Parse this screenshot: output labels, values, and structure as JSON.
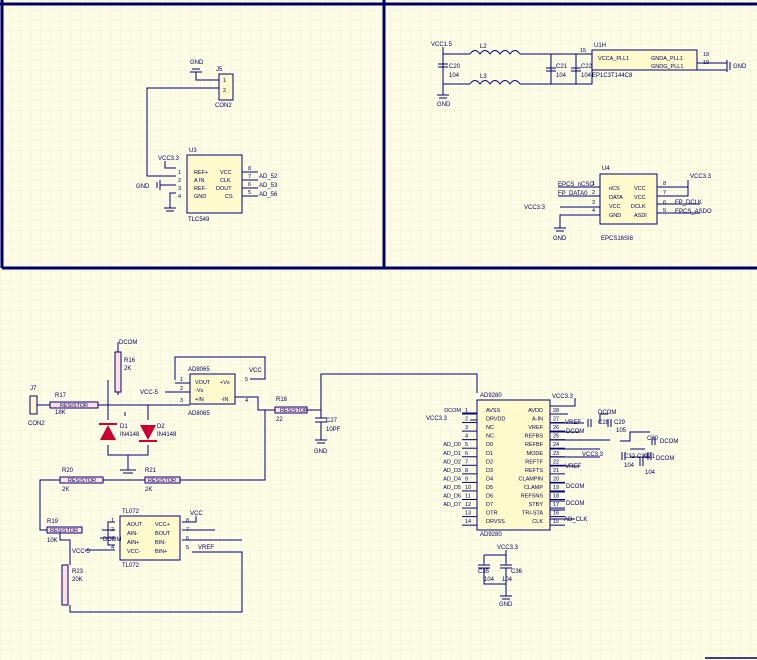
{
  "grid": {
    "color": "#e6e2c8"
  },
  "colors": {
    "wire": "#000080",
    "body": "#fffacc",
    "outline": "#000080",
    "diode": "#cc0033",
    "resistor": "#ffe0e0"
  },
  "u3": {
    "ref": "U3",
    "part": "TLC549",
    "pins_left": [
      "REF+",
      "A IN",
      "REF-",
      "GND"
    ],
    "pins_right": [
      "VCC",
      "CLK",
      "DOUT",
      "CS"
    ],
    "nums_left": [
      "1",
      "2",
      "3",
      "4"
    ],
    "nums_right": [
      "8",
      "7",
      "6",
      "5"
    ],
    "nets": [
      "AD_52",
      "AD_53",
      "AD_56"
    ],
    "vcc": "VCC3.3",
    "gnd": "GND"
  },
  "j5": {
    "ref": "J5",
    "part": "CON2",
    "pins": [
      "1",
      "2"
    ],
    "gnd": "GND"
  },
  "u1h": {
    "ref": "U1H",
    "part": "EP1C3T144C8",
    "pins_left": [
      "VCCA_PLL1"
    ],
    "pins_right": [
      "GNDA_PLL1",
      "GNDG_PLL1"
    ],
    "nums": [
      "15",
      "18",
      "19"
    ],
    "gnd": "GND"
  },
  "pll_filter": {
    "vcc": "VCC1.5",
    "l1": "L2",
    "l2": "L3",
    "c20": "C20",
    "c20v": "104",
    "c21": "C21",
    "c21v": "104",
    "c22": "C22",
    "c22v": "104",
    "gnd": "GND"
  },
  "u4": {
    "ref": "U4",
    "part": "EPCS16SI8",
    "pins_left": [
      "nCS",
      "DATA",
      "VCC",
      "GND"
    ],
    "pins_right": [
      "VCC",
      "VCC",
      "DCLK",
      "ASDI"
    ],
    "nums_left": [
      "1",
      "2",
      "3",
      "4"
    ],
    "nums_right": [
      "8",
      "7",
      "6",
      "5"
    ],
    "nets_left": [
      "EPCS_nCSO",
      "FP_DATA0"
    ],
    "nets_right": [
      "FP_DCLK",
      "EPCS_ASDO"
    ],
    "vcc": "VCC3.3",
    "vcc2": "VCC3.3",
    "gnd": "GND"
  },
  "j7": {
    "ref": "J7",
    "part": "CON2"
  },
  "r16": {
    "ref": "R16",
    "val": "2K",
    "body": "RESISTOR"
  },
  "r17": {
    "ref": "R17",
    "val": "18K",
    "body": "RESISTOR"
  },
  "r18": {
    "ref": "R18",
    "val": "22",
    "body": "RESISTOR"
  },
  "r19": {
    "ref": "R19",
    "val": "10K",
    "body": "RESISTOR"
  },
  "r20": {
    "ref": "R20",
    "val": "2K",
    "body": "RESISTOR"
  },
  "r21": {
    "ref": "R21",
    "val": "2K",
    "body": "RESISTOR"
  },
  "r23": {
    "ref": "R23",
    "val": "20K",
    "body": "RESISTOR"
  },
  "d1": {
    "ref": "D1",
    "part": "IN4148"
  },
  "d2": {
    "ref": "D2",
    "part": "IN4148"
  },
  "c27": {
    "ref": "C27",
    "val": "10PF"
  },
  "u_ad8065": {
    "ref": "AD8065",
    "part": "AD8065",
    "pins_left": [
      "VOUT",
      "-Vs",
      "+IN"
    ],
    "pins_right": [
      "+Vs",
      "-IN"
    ],
    "nums_left": [
      "1",
      "2",
      "3"
    ],
    "nums_right": [
      "5",
      "4"
    ],
    "vcc": "VCC",
    "vccn": "VCC-5"
  },
  "tl072": {
    "ref": "TL072",
    "part": "TL072",
    "pins_left": [
      "AOUT",
      "AIN-",
      "AIN+",
      "VCC-"
    ],
    "pins_right": [
      "VCC+",
      "BOUT",
      "BIN-",
      "BIN+"
    ],
    "nums_left": [
      "1",
      "2",
      "3",
      "4"
    ],
    "nums_right": [
      "8",
      "7",
      "6",
      "5"
    ],
    "vcc": "VCC",
    "vccn": "VCC-5",
    "vref": "VREF",
    "dcom": "DCOM"
  },
  "ad9280": {
    "ref": "AD9280",
    "part": "AD9280",
    "pins_left": [
      "AVSS",
      "DRVDD",
      "NC",
      "NC",
      "D0",
      "D1",
      "D2",
      "D3",
      "D4",
      "D5",
      "D6",
      "D7",
      "OTR",
      "DRVSS"
    ],
    "nums_left": [
      "1",
      "2",
      "3",
      "4",
      "5",
      "6",
      "7",
      "8",
      "9",
      "10",
      "11",
      "12",
      "13",
      "14"
    ],
    "nets_left": [
      "DCOM",
      "",
      "",
      "",
      "AD_D0",
      "AD_D1",
      "AD_D2",
      "AD_D3",
      "AD_D4",
      "AD_D5",
      "AD_D6",
      "AD_D7",
      "",
      ""
    ],
    "pins_right": [
      "AVDD",
      "A-IN",
      "VREF",
      "REFBS",
      "REFBF",
      "MODE",
      "REFTF",
      "REFTS",
      "CLAMPIN",
      "CLAMP",
      "REFSNS",
      "STBY",
      "TRI-STA",
      "CLK"
    ],
    "nums_right": [
      "28",
      "27",
      "26",
      "25",
      "24",
      "23",
      "22",
      "21",
      "20",
      "19",
      "18",
      "17",
      "16",
      "15"
    ],
    "vcc": "VCC3.3",
    "vcc2": "VCC3.3",
    "vcc3": "VCC3.3",
    "vref": "VREF",
    "vref2": "VREF",
    "dcom": "DCOM",
    "clk": "AD_CLK"
  },
  "caps_right": {
    "c28": "C28",
    "c29": "C29",
    "c29v": "105",
    "c30": "C30",
    "c31": "C31",
    "c32": "C32",
    "c32v": "104",
    "c33": "C33",
    "c33v": "104",
    "dcom": "DCOM"
  },
  "caps_bottom": {
    "c35": "C35",
    "c35v": "104",
    "c36": "C36",
    "c36v": "104",
    "vcc": "VCC3.3",
    "gnd": "GND"
  },
  "gnds": {
    "ad8065": "GND",
    "c27": "GND"
  }
}
